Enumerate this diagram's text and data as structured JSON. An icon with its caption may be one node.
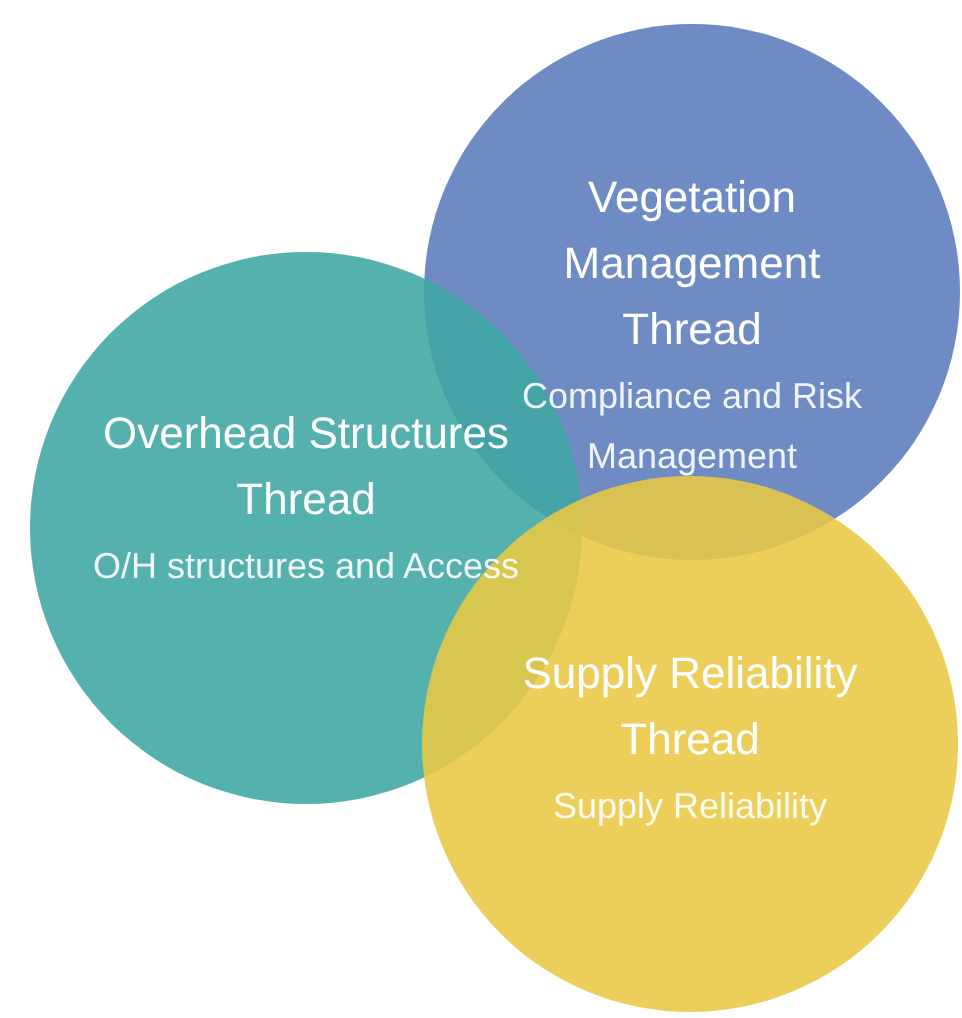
{
  "diagram": {
    "nodes": [
      {
        "text": [
          "Vegetation Management Thread",
          "Compliance and Risk Management"
        ]
      },
      {
        "text": [
          "Overhead Structures Thread",
          "O/H structures and Access"
        ]
      },
      {
        "text": [
          "Supply Reliability Thread",
          "Supply Reliability"
        ]
      }
    ]
  }
}
